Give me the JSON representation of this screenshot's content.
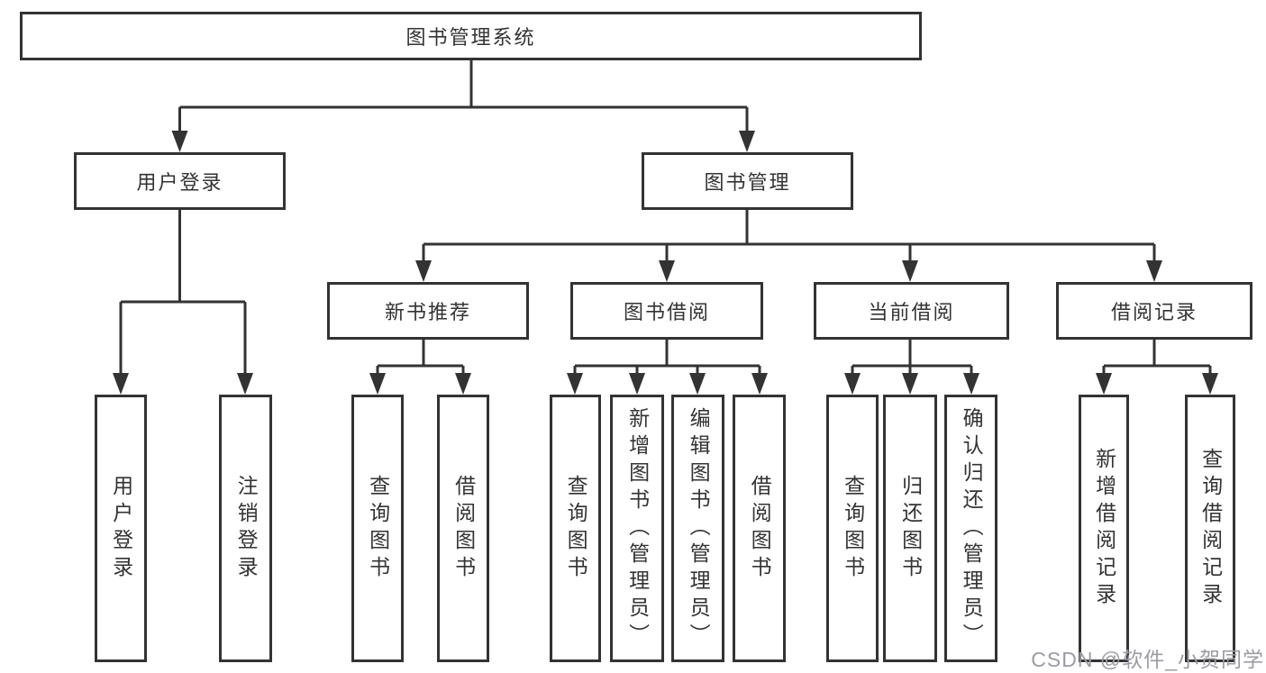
{
  "diagram": {
    "root": {
      "label": "图书管理系统"
    },
    "level2": [
      {
        "label": "用户登录"
      },
      {
        "label": "图书管理"
      }
    ],
    "level3": [
      {
        "label": "新书推荐"
      },
      {
        "label": "图书借阅"
      },
      {
        "label": "当前借阅"
      },
      {
        "label": "借阅记录"
      }
    ],
    "leaves": [
      {
        "label": "用户登录"
      },
      {
        "label": "注销登录"
      },
      {
        "label": "查询图书"
      },
      {
        "label": "借阅图书"
      },
      {
        "label": "查询图书"
      },
      {
        "label": "新增图书（管理员）"
      },
      {
        "label": "编辑图书（管理员）"
      },
      {
        "label": "借阅图书"
      },
      {
        "label": "查询图书"
      },
      {
        "label": "归还图书"
      },
      {
        "label": "确认归还（管理员）"
      },
      {
        "label": "新增借阅记录"
      },
      {
        "label": "查询借阅记录"
      }
    ]
  },
  "watermark": "CSDN @软件_小贺同学",
  "colors": {
    "line": "#333333",
    "box_border": "#333333",
    "text": "#333333",
    "background": "#ffffff",
    "watermark": "#9b9ba3"
  }
}
